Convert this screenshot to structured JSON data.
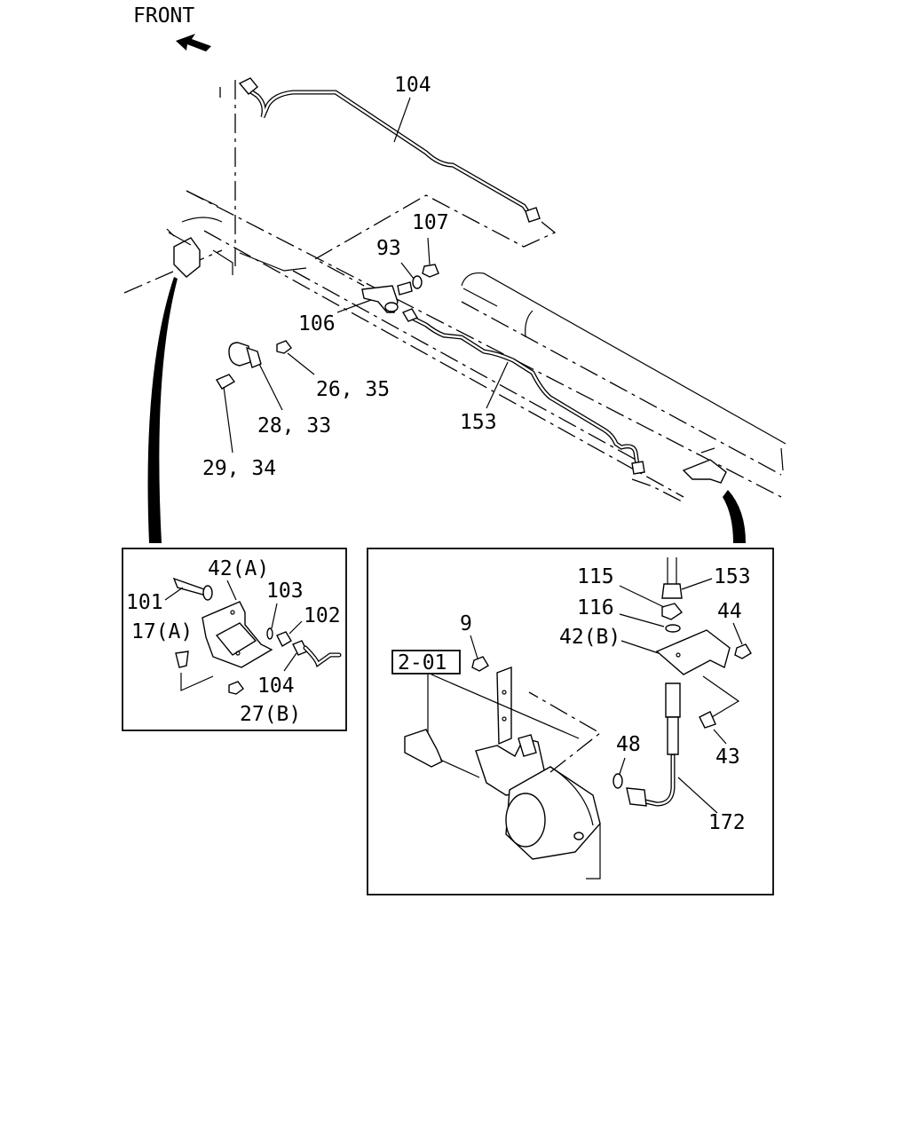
{
  "diagram": {
    "front_label": "FRONT",
    "labels": {
      "p104_top": "104",
      "p107": "107",
      "p93": "93",
      "p106": "106",
      "p26_35": "26, 35",
      "p28_33": "28, 33",
      "p29_34": "29, 34",
      "p153_main": "153",
      "p42a": "42(A)",
      "p101": "101",
      "p103": "103",
      "p102": "102",
      "p17a": "17(A)",
      "p104_inset": "104",
      "p27b": "27(B)",
      "p115": "115",
      "p153_inset": "153",
      "p116": "116",
      "p44": "44",
      "p9": "9",
      "p42b": "42(B)",
      "p2_01": "2-01",
      "p48": "48",
      "p43": "43",
      "p172": "172"
    }
  }
}
